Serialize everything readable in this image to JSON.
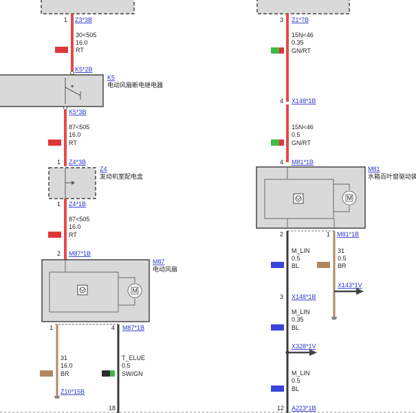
{
  "colors": {
    "red_wire": "#e8474b",
    "black_wire": "#3a3a3a",
    "brown_wire": "#b08a63",
    "component_fill": "#d9d9d9",
    "link": "#2a35c9",
    "swatch_red": "#e0363a",
    "swatch_green": "#3dbb45",
    "swatch_blue": "#3a44d8",
    "swatch_brown": "#b08660",
    "swatch_black": "#2e2e2e"
  },
  "left": {
    "top_pin": {
      "pin": "1",
      "link": "Z3*3B"
    },
    "wire1": {
      "lines": [
        "30<505",
        "16.0",
        "RT"
      ]
    },
    "k5": {
      "pin_top_link": "K5*2B",
      "name": "K5",
      "desc": "电动风扇断电继电器",
      "pin_bottom_link": "K5*3B"
    },
    "wire2": {
      "lines": [
        "87<505",
        "16.0",
        "RT"
      ]
    },
    "z4": {
      "pin_top": "1",
      "pin_top_link": "Z4*3B",
      "name": "Z4",
      "desc": "发动机室配电盒",
      "pin_bottom": "1",
      "pin_bottom_link": "Z4*1B"
    },
    "wire3": {
      "lines": [
        "87<505",
        "16.0",
        "RT"
      ]
    },
    "m87": {
      "pin_top": "2",
      "pin_top_link": "M87*1B",
      "name": "M87",
      "desc": "电动风扇",
      "pin_bl": "1",
      "pin_br": "4",
      "pin_br_link": "M87*1B"
    },
    "wire_brown": {
      "lines": [
        "31",
        "16.0",
        "BR"
      ],
      "ground_link": "Z10*15B"
    },
    "wire_black": {
      "lines": [
        "T_ELUE",
        "0.5",
        "SW/GN"
      ],
      "bottom_pin": "18"
    }
  },
  "right": {
    "top_pin": {
      "pin": "3",
      "link": "Z1*7B"
    },
    "wire1": {
      "lines": [
        "15N<46",
        "0.35",
        "GN/RT"
      ]
    },
    "x148_top": {
      "pin": "4",
      "link": "X148*1B"
    },
    "wire2": {
      "lines": [
        "15N<46",
        "0.5",
        "GN/RT"
      ]
    },
    "m81": {
      "pin_top": "4",
      "pin_top_link": "M81*1B",
      "name": "M81",
      "desc": "水箱百叶窗驱动装",
      "pin_bl": "2",
      "pin_br": "1",
      "pin_br_link": "M81*1B"
    },
    "wire_lin1": {
      "lines": [
        "M_LIN",
        "0.5",
        "BL"
      ]
    },
    "wire_brown": {
      "lines": [
        "31",
        "0.5",
        "BR"
      ],
      "arrow_link": "X143*1V"
    },
    "x148_mid": {
      "pin": "3",
      "link": "X148*1B"
    },
    "wire_lin2": {
      "lines": [
        "M_LIN",
        "0.35",
        "BL"
      ]
    },
    "x328": {
      "link": "X328*1V"
    },
    "wire_lin3": {
      "lines": [
        "M_LIN",
        "0.5",
        "BL"
      ]
    },
    "bottom": {
      "pin": "12",
      "link": "A223*1B"
    }
  }
}
